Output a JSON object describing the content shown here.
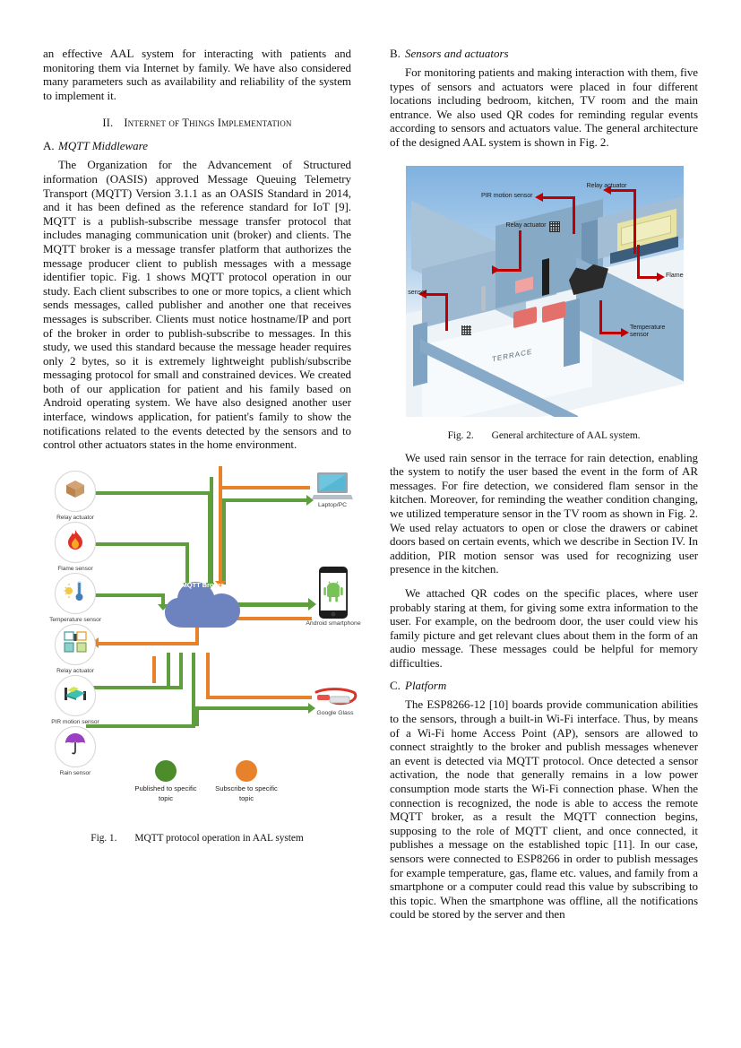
{
  "document": {
    "left_column": {
      "continued_paragraph": "an effective AAL system for interacting with patients and monitoring them via Internet by family. We have also considered many parameters such as availability and reliability of the system to implement it.",
      "section": {
        "numeral": "II.",
        "title": "Internet of Things Implementation"
      },
      "subsection_a": {
        "letter": "A.",
        "title": "MQTT Middleware"
      },
      "paragraph_mqtt": "The Organization for the Advancement of Structured information (OASIS) approved Message Queuing Telemetry Transport (MQTT) Version 3.1.1 as an OASIS Standard in 2014, and it has been defined as the reference standard for IoT [9]. MQTT is a publish-subscribe message transfer protocol that includes managing communication unit (broker) and clients. The MQTT broker is a message transfer platform that authorizes the message producer client to publish messages with a message identifier topic. Fig. 1 shows MQTT protocol operation in our study. Each client subscribes to one or more topics, a client which sends messages, called publisher and another one that receives messages is subscriber. Clients must notice hostname/IP and port of the broker in order to publish-subscribe to messages. In this study, we used this standard because the message header requires only 2 bytes, so it is extremely lightweight publish/subscribe messaging protocol for small and constrained devices. We created both of our application for patient and his family based on Android operating system. We have also designed another user interface, windows application, for patient's family to show the notifications related to the events detected by the sensors and to control other actuators states in the home environment."
    },
    "right_column": {
      "subsection_b": {
        "letter": "B.",
        "title": "Sensors and actuators"
      },
      "paragraph_sensors": "For monitoring patients and making interaction with them, five types of sensors and actuators were placed in four different locations including bedroom, kitchen, TV room and the main entrance. We also used QR codes for reminding regular events according to sensors and actuators value. The general architecture of the designed AAL system is shown in Fig. 2.",
      "paragraph_rain": "We used rain sensor in the terrace for rain detection, enabling the system to notify the user based the event in the form of AR messages. For fire detection, we considered flam sensor in the kitchen. Moreover, for reminding the weather condition changing, we utilized temperature sensor in the TV room as shown in Fig. 2. We used relay actuators to open or close the drawers or cabinet doors based on certain events, which we describe in Section IV. In addition, PIR motion sensor was used for recognizing user presence in the kitchen.",
      "paragraph_qr": "We attached QR codes on the specific places, where user probably staring at them, for giving some extra information to the user. For example, on the bedroom door, the user could view his family picture and get relevant clues about them in the form of an audio message. These messages could be helpful for memory difficulties.",
      "subsection_c": {
        "letter": "C.",
        "title": "Platform"
      },
      "paragraph_platform": "The ESP8266-12 [10] boards provide communication abilities to the sensors, through a built-in Wi-Fi interface. Thus, by means of a Wi-Fi home Access Point (AP), sensors are allowed to connect straightly to the broker and publish messages whenever an event is detected via MQTT protocol. Once detected a sensor activation, the node that generally remains in a low power consumption mode starts the Wi-Fi connection phase. When the connection is recognized, the node is able to access the remote MQTT broker, as a result the MQTT connection begins, supposing to the role of MQTT client, and once connected, it publishes a message on the established topic [11]. In our case, sensors were connected to ESP8266 in order to publish messages for example temperature, gas, flame etc. values, and family from a smartphone or a computer could read this value by subscribing to this topic. When the smartphone was offline, all the notifications could be stored by the server and then"
    }
  },
  "figure1": {
    "caption_number": "Fig. 1.",
    "caption_text": "MQTT protocol operation in AAL system",
    "broker_label": "MQTT Broker",
    "sensors": [
      {
        "label": "Relay actuator",
        "icon": "cardboard-box-icon"
      },
      {
        "label": "Flame sensor",
        "icon": "flame-icon"
      },
      {
        "label": "Temperature sensor",
        "icon": "thermometer-sun-icon"
      },
      {
        "label": "Relay actuator",
        "icon": "cabinet-icon"
      },
      {
        "label": "PIR motion sensor",
        "icon": "bed-icon"
      },
      {
        "label": "Rain sensor",
        "icon": "umbrella-rain-icon"
      }
    ],
    "devices": [
      {
        "label": "Laptop/PC",
        "icon": "laptop-icon"
      },
      {
        "label": "Android smartphone",
        "icon": "android-phone-icon"
      },
      {
        "label": "Google Glass",
        "icon": "smart-glasses-icon"
      }
    ],
    "legend": [
      {
        "label": "Published to specific topic",
        "color": "#4c8c2b"
      },
      {
        "label": "Subscribe to specific topic",
        "color": "#e8822a"
      }
    ]
  },
  "figure2": {
    "caption_number": "Fig. 2.",
    "caption_text": "General architecture of AAL system.",
    "annotations": [
      {
        "label": "PIR motion sensor"
      },
      {
        "label": "Relay actuator"
      },
      {
        "label": "Relay actuator"
      },
      {
        "label": "Flame sensor"
      },
      {
        "label": "Rain sensor"
      },
      {
        "label": "Temperature sensor"
      }
    ],
    "room_label": "TERRACE",
    "arrow_color": "#c00000"
  }
}
